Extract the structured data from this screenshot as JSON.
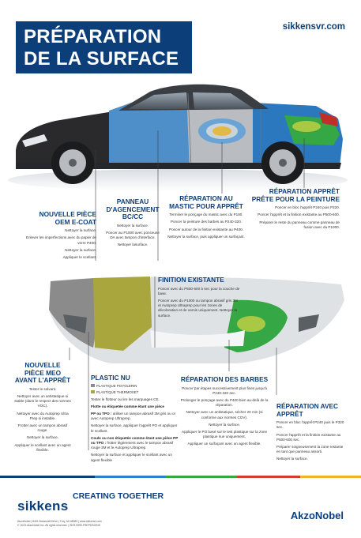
{
  "header": {
    "title_line1": "PRÉPARATION",
    "title_line2": "DE LA SURFACE",
    "website": "sikkensvr.com"
  },
  "sections": {
    "oem": {
      "title": "NOUVELLE PIÈCE OEM E-COAT",
      "steps": [
        "Nettoyer la surface.",
        "Enlever les imperfections avec du papier de verre P400.",
        "Nettoyer la surface.",
        "Appliquer le scellant."
      ]
    },
    "panneau": {
      "title": "PANNEAU D'AGENCEMENT BC/CC",
      "steps": [
        "Nettoyer la surface.",
        "Poncer au P1000 avec ponceuse DA avec tampon d'interface.",
        "Nettoyer lasurface."
      ]
    },
    "mastic": {
      "title": "RÉPARATION AU MASTIC POUR APPRÊT",
      "steps": [
        "Terminer le ponçage du mastic avec du P180.",
        "Poncer la peinture des barbes au P240-320.",
        "Poncer autour de la finition existante au P400.",
        "Nettoyer la surface, puis appliquer un surfaçant."
      ]
    },
    "appret_peinture": {
      "title": "RÉPARATION APPRÊT PRÊTE POUR LA PEINTURE",
      "steps": [
        "Poncer en bloc l'apprêt P240 puis P320.",
        "Poncer l'apprêt et la finition existante au P500-600.",
        "Préparer le reste du panneau comme panneau de fusion avec du P1000."
      ]
    },
    "finition": {
      "title": "FINITION EXISTANTE",
      "steps": [
        "Poncer avec du P500-600 à sec pour la couche de base.",
        "Poncer avec du P1000 ou tampon abrasif gris 3M et Autoprep Ultraprep pour les zones de décoloration et de vernis uniquement. Nettoyer la surface."
      ]
    },
    "meo": {
      "title": "NOUVELLE PIÈCE MEO AVANT L'APPRÊT",
      "steps": [
        "Tester le solvant.",
        "Nettoyer avec un antistatique si stable (dans le respect des normes VOC).",
        "Nettoyer avec du Autoprep Ultra Prep si instable.",
        "Frotter avec un tampon abrasif rouge.",
        "Nettoyer la surface.",
        "Appliquer le scellant avec un agent flexible."
      ]
    },
    "plastic": {
      "title": "PLASTIC NU",
      "legend": [
        "PLASTIQUE POYOLERIN",
        "PLASTIQUE THERMOSET"
      ],
      "legend_colors": [
        "#8b8b8b",
        "#a9a63d"
      ],
      "intro": "Tester le flotteur ou lire les marquages CE.",
      "flotte_title": "Flotte ou étiquetée comme étant une pièce",
      "pp_label": "PP ou TPO :",
      "pp_text": "utiliser un tampon abrasif 3M gris ou or avec Autoprep Ultraprep.",
      "clean_text": "Nettoyer la surface, appliquer l'apprêt PO et appliquer le scellant.",
      "coule_title": "Coule ou non étiquetée comme étant une pièce PP ou TPO :",
      "coule_text": "frotter légèrement avec le tampon abrasif rouge 3M et le Autoprep Ultraprep.",
      "final_text": "Nettoyer la surface et appliquer le scellant avec un agent flexible"
    },
    "barbes": {
      "title": "RÉPARATION DES BARBES",
      "steps": [
        "Poncer par étapes successivement plus fines jusqu'à P240-320 sec.",
        "Prolonger le ponçage avec du P400 bien au-delà de la réparation.",
        "Nettoyer avec un antistatique, sécher 20 min (si conforme aux normes COV).",
        "Nettoyer la surface.",
        "Appliquer le PO basé sur le test plastique sur la zone plastique nue uniquement.",
        "Appliquer un surfaçant avec un agent flexible."
      ]
    },
    "avec_appret": {
      "title": "RÉPARATION AVEC APPRÊT",
      "steps": [
        "Poncer en bloc l'apprêt P240 puis le P320 sec.",
        "Poncer l'apprêt et la finition existante au P500-600 sec.",
        "Préparer soigneusement la zone restante en tant que panneau assorti.",
        "Nettoyer la surface."
      ]
    }
  },
  "footer": {
    "tagline": "CREATING TOGETHER",
    "brand": "sikkens",
    "partner": "AkzoNobel",
    "address": "AkzoNobel | 8401 Bosssnell Drive | Troy, MI 48083 | www.sikkenvr.com",
    "rights": "© 2023 AkzoNobel Inc. All rights reserved. | SKR-9999-FREPDSIONS"
  },
  "colors": {
    "brand_blue": "#0c3f7a",
    "ecoat_black": "#2a2a2d",
    "panel_blue": "#4f8fc9",
    "primer_gray": "#b9bcc0",
    "sealer_green": "#35a845",
    "olive": "#a9a63d",
    "stripe": [
      "#0c3f7a",
      "#2e7fcf",
      "#35a845",
      "#d33b2c",
      "#f0b429"
    ]
  }
}
